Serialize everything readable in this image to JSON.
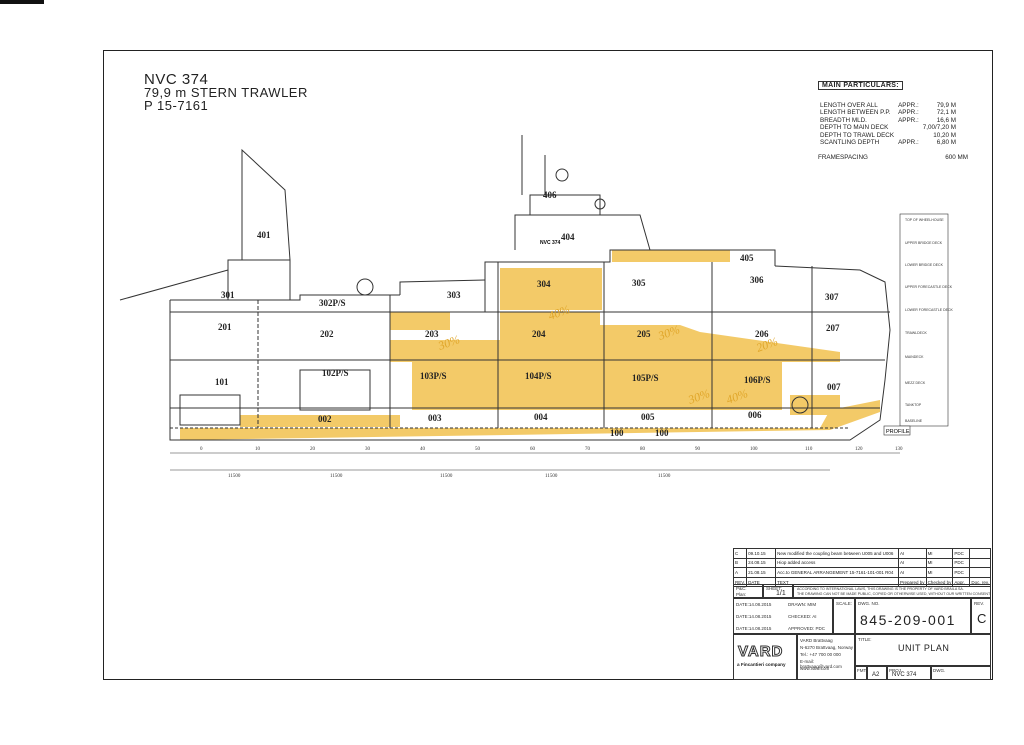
{
  "title": {
    "line1": "NVC 374",
    "line2": "79,9 m STERN TRAWLER",
    "line3": "P 15-7161"
  },
  "main_particulars": {
    "heading": "MAIN PARTICULARS:",
    "rows": [
      {
        "label": "LENGTH OVER ALL",
        "appr": "APPR.:",
        "value": "79,9 M"
      },
      {
        "label": "LENGTH BETWEEN P.P.",
        "appr": "APPR.:",
        "value": "72,1 M"
      },
      {
        "label": "BREADTH MLD.",
        "appr": "APPR.:",
        "value": "16,6 M"
      },
      {
        "label": "DEPTH TO MAIN DECK",
        "appr": "",
        "value": "7,00/7,20 M"
      },
      {
        "label": "DEPTH TO TRAWL DECK",
        "appr": "",
        "value": "10,20 M"
      },
      {
        "label": "SCANTLING DEPTH",
        "appr": "APPR.:",
        "value": "6,80 M"
      }
    ],
    "framespacing_label": "FRAMESPACING",
    "framespacing_value": "600 MM"
  },
  "drawing": {
    "ship_name": "NVC 374",
    "unit_labels": {
      "u401": "401",
      "u404": "404",
      "u405": "405",
      "u305": "305",
      "u306": "306",
      "u307": "307",
      "u303": "303",
      "u304": "304",
      "u302ps": "302P/S",
      "u301": "301",
      "u201": "201",
      "u202": "202",
      "u203": "203",
      "u204": "204",
      "u205": "205",
      "u206": "206",
      "u207": "207",
      "u101": "101",
      "u102ps": "102P/S",
      "u103ps": "103P/S",
      "u104ps": "104P/S",
      "u105ps": "105P/S",
      "u106ps": "106P/S",
      "u007": "007",
      "u002": "002",
      "u003": "003",
      "u004": "004",
      "u005": "005",
      "u006": "006",
      "u100a": "100",
      "u100b": "100",
      "u406": "406"
    },
    "percent_marks": {
      "p1": "30%",
      "p2": "30%",
      "p3": "40%",
      "p4": "20%",
      "p5": "30%",
      "p6": "40%"
    },
    "profile_label": "PROFILE",
    "deck_levels": [
      "TOP OF WHEELHOUSE",
      "UPPER BRIDGE DECK",
      "LOWER BRIDGE DECK",
      "UPPER FORECASTLE DECK",
      "LOWER FORECASTLE DECK",
      "TRAWLDECK",
      "MAINDECK",
      "MEZZ DECK",
      "TANKTOP",
      "BASELINE"
    ],
    "dimension_labels": [
      "11500",
      "11500",
      "11500",
      "11500",
      "11500"
    ],
    "frame_numbers": [
      "0",
      "10",
      "20",
      "30",
      "40",
      "50",
      "60",
      "70",
      "80",
      "90",
      "100",
      "110",
      "120",
      "130"
    ],
    "colors": {
      "highlight": "#f2c14e",
      "line": "#333333",
      "paper": "#ffffff"
    }
  },
  "revisions": [
    {
      "rev": "C",
      "date": "09.10.15",
      "text": "New modified the coupling beam between U005 and U006",
      "dr": "AI",
      "ck": "MI",
      "ap": "PDC"
    },
    {
      "rev": "B",
      "date": "24.08.15",
      "text": "Hiop added access",
      "dr": "AI",
      "ck": "MI",
      "ap": "PDC"
    },
    {
      "rev": "A",
      "date": "21.08.15",
      "text": "Acc.to GENERAL ARRANGEMENT 15-7161-101-001 R04",
      "dr": "AI",
      "ck": "MI",
      "ap": "PDC"
    }
  ],
  "rev_header": {
    "rev": "REV.",
    "date": "DATE",
    "text": "TEXT",
    "dr": "Prepared by",
    "ck": "Checked by",
    "ap": "Appr.",
    "doc": "Doc. rev."
  },
  "title_block": {
    "vard_logo": "VARD",
    "company_tag": "a Fincantieri company",
    "address_lines": [
      "VARD Brattvaag",
      "N-6270 Brattvaag, Norway",
      "Tel.: +47 700 00 000",
      "E-mail: brattvaag@vard.com",
      "www.vard.com"
    ],
    "dwg_no_label": "DWG. NO.",
    "dwg_no": "845-209-001",
    "rev_label": "REV.",
    "rev": "C",
    "title_label": "TITLE:",
    "title": "UNIT PLAN",
    "sheet_label": "SHEET:",
    "sheet": "1/1",
    "scale_label": "SCALE:",
    "size": "A2",
    "project_no": "NVC 374",
    "size_label": "FMT.",
    "project_label": "PROJ.",
    "dwg_label": "DWG.",
    "notice": "ACCORDING TO INTERNATIONAL LAWS, THIS DRAWING IS THE PROPERTY OF VARD BRAILA SA.",
    "notice2": "THE DRAWING CAN NOT BE MADE PUBLIC, COPIED OR OTHERWISE USED, WITHOUT OUR WRITTEN CONSENT.",
    "date_rows": [
      "DATE:14.08.2015",
      "DATE:14.08.2015",
      "DATE:14.08.2015"
    ],
    "role_rows": [
      "DRAWN: MIM",
      "CHECKED: AI",
      "APPROVED: PDC"
    ],
    "pic_label": "P&C:",
    "plan_label": "Plan:"
  }
}
